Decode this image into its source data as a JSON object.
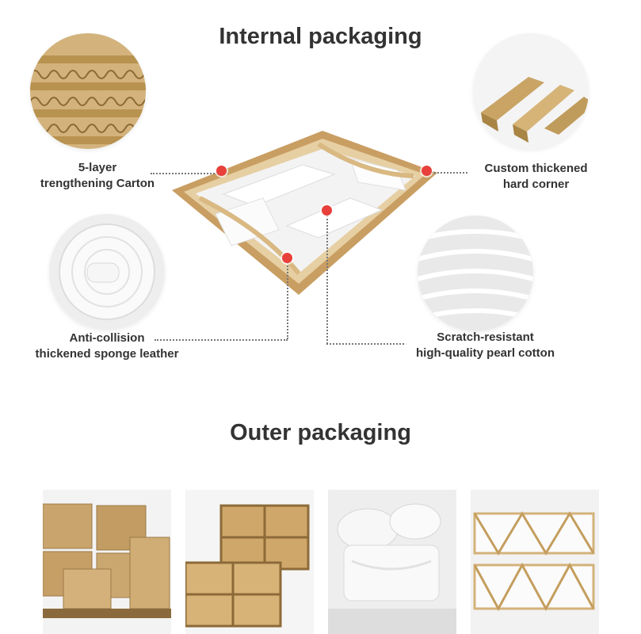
{
  "titles": {
    "internal": "Internal packaging",
    "outer": "Outer packaging"
  },
  "features": {
    "carton": {
      "line1": "5-layer",
      "line2": "trengthening Carton"
    },
    "corner": {
      "line1": "Custom thickened",
      "line2": "hard corner"
    },
    "sponge": {
      "line1": "Anti-collision",
      "line2": "thickened sponge leather"
    },
    "pearl": {
      "line1": "Scratch-resistant",
      "line2": "high-quality pearl cotton"
    }
  },
  "colors": {
    "marker": "#e8403a",
    "kraft": "#c8a66e",
    "text": "#333333"
  },
  "icons": [
    "corrugated-carton-image",
    "corner-protector-image",
    "sponge-roll-image",
    "pearl-cotton-image",
    "packed-box-image"
  ]
}
